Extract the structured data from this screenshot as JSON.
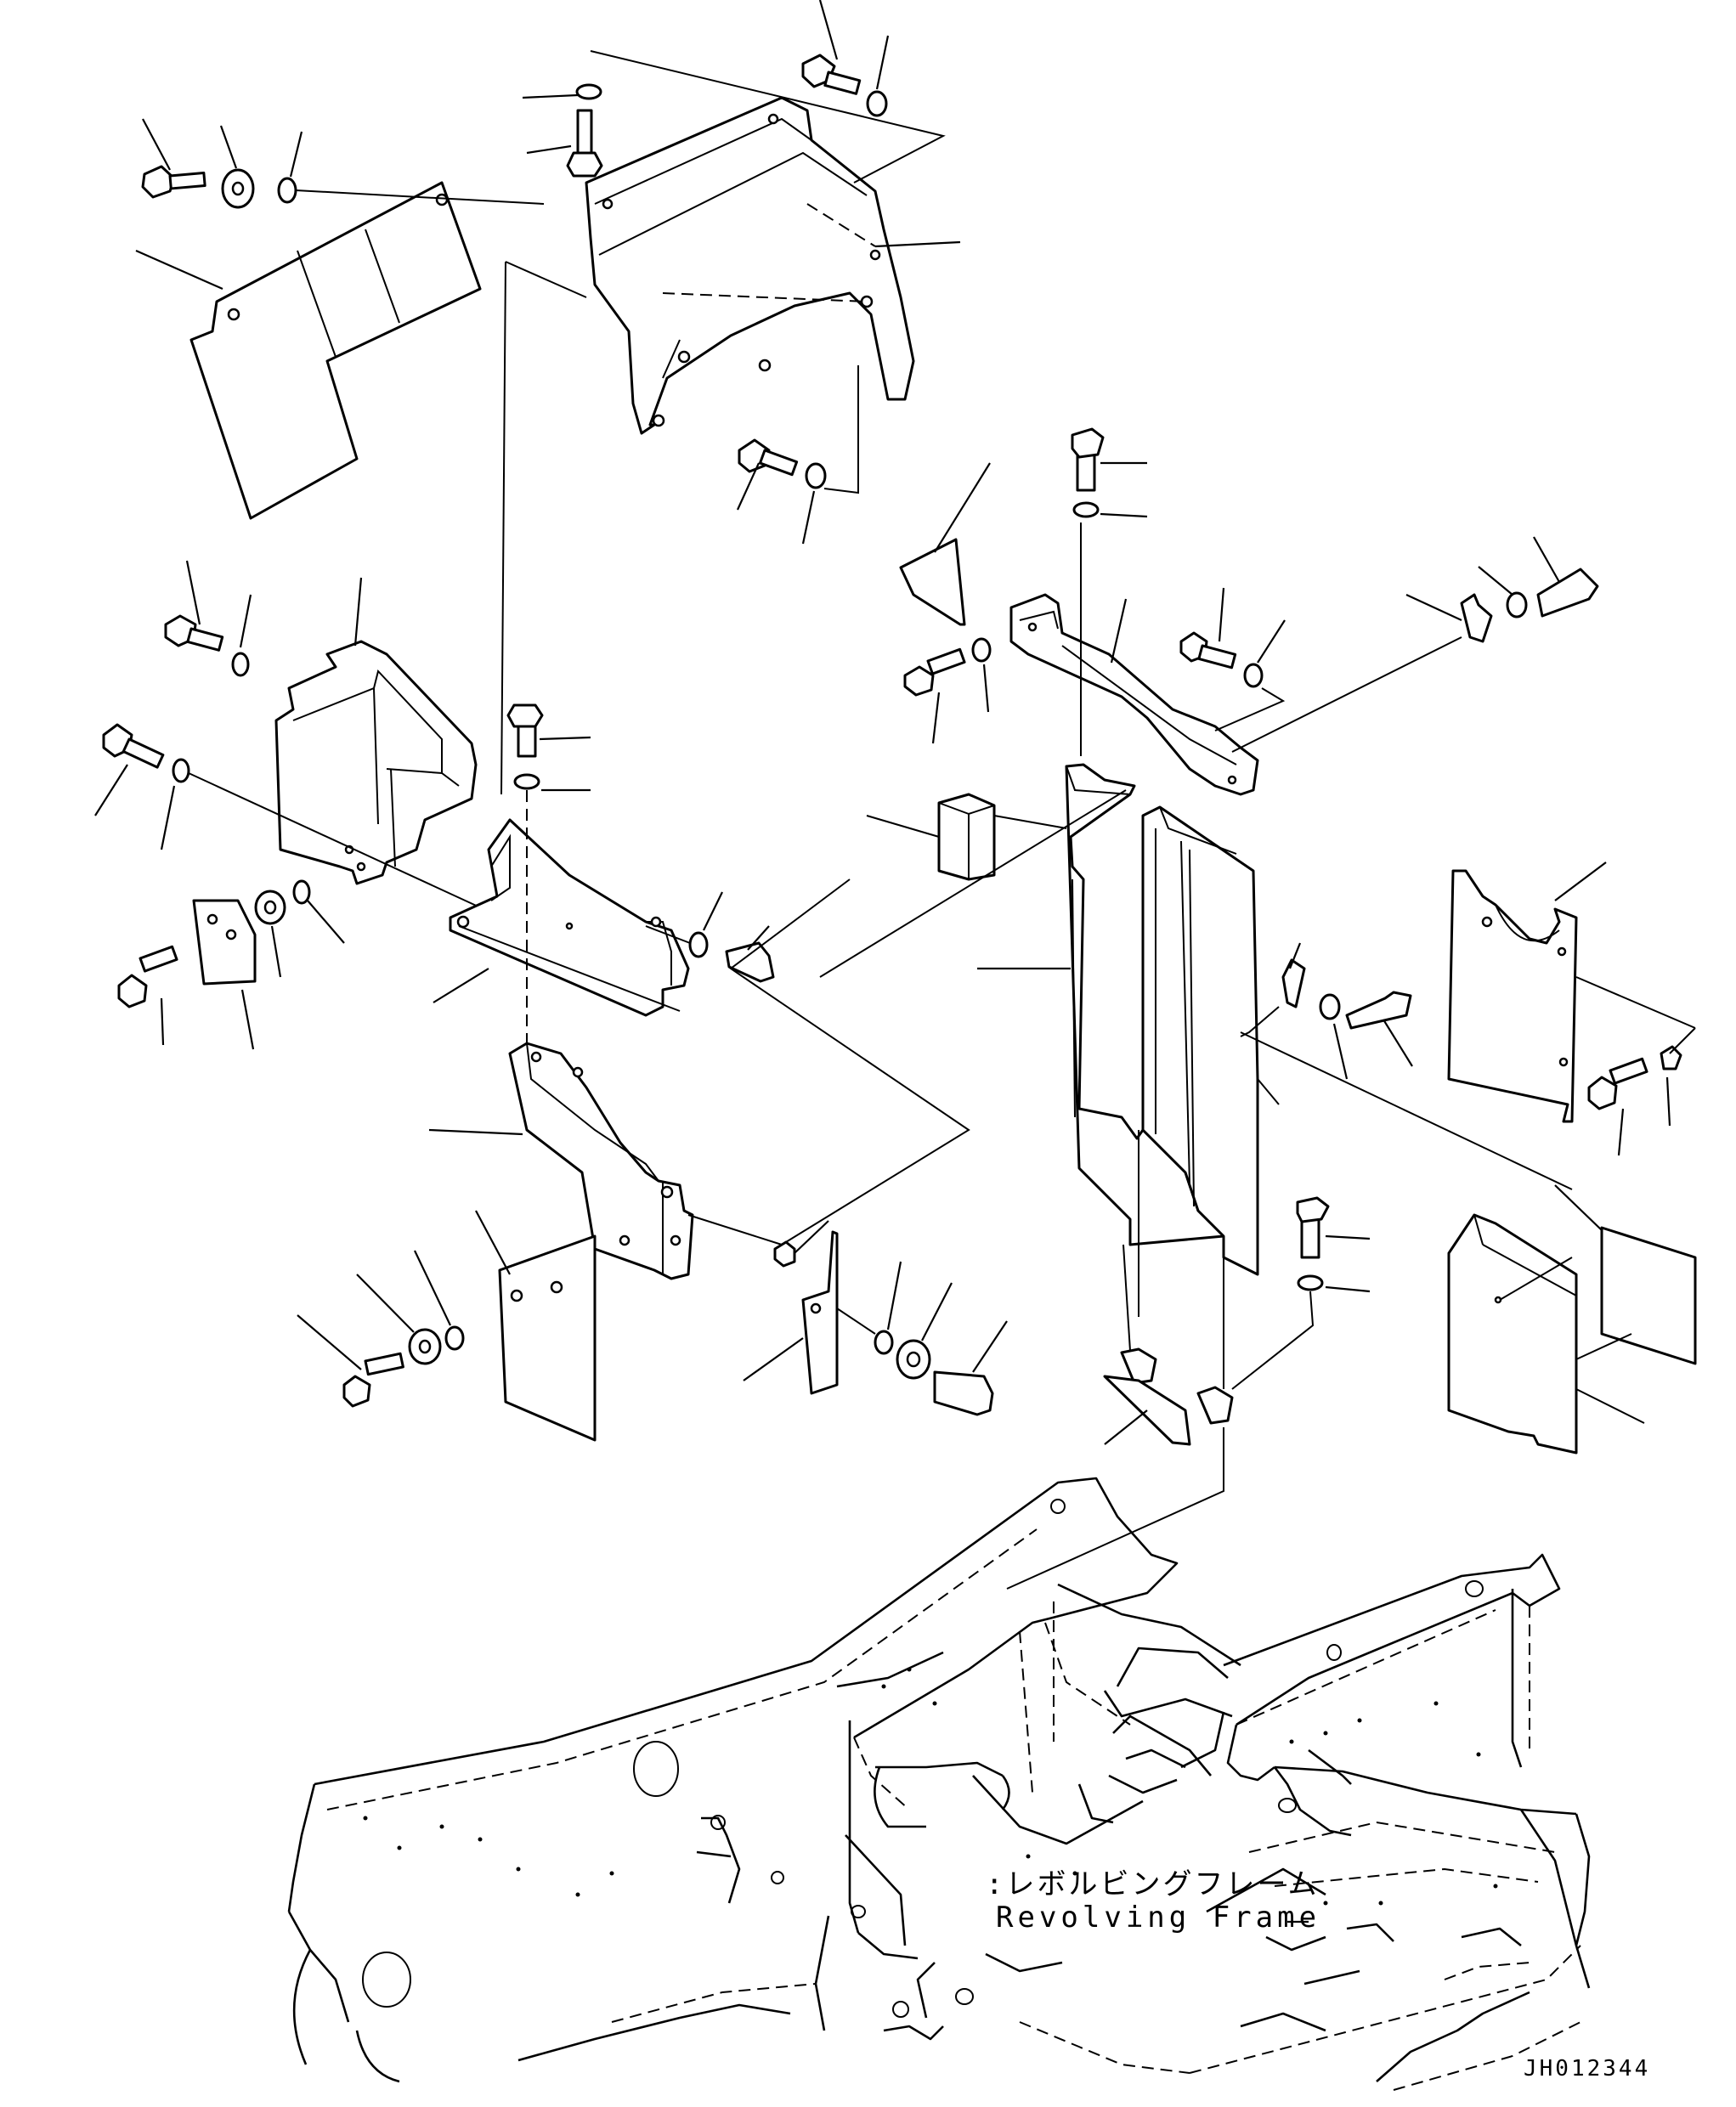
{
  "frame_label": {
    "japanese": ":レボルビングフレーム",
    "english": "Revolving Frame"
  },
  "drawing_code": "JH012344"
}
